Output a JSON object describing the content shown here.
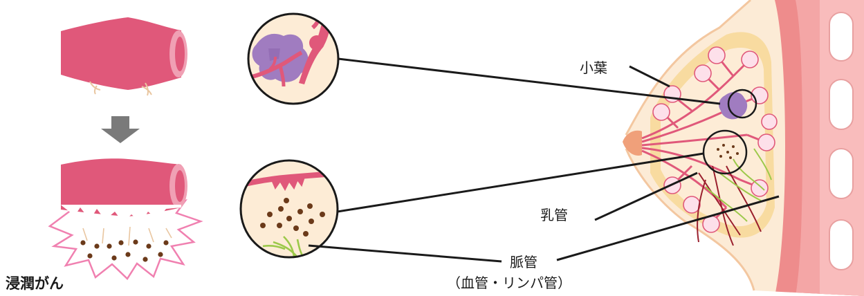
{
  "labels": {
    "lobule": "小葉",
    "milk_duct": "乳管",
    "vessels": "脈管",
    "vessels_detail": "（血管・リンパ管）",
    "invasive_cancer": "浸潤がん"
  },
  "colors": {
    "duct_pink": "#e0587a",
    "duct_inner": "#f0a0b4",
    "tumor_purple": "#a07cc0",
    "fat_yellow": "#f7d58e",
    "tissue_beige": "#fcebd6",
    "chest_red": "#ee8c8c",
    "arrow_gray": "#7a7a7a",
    "cell_brown": "#6b3a1a",
    "lymph_green": "#9cc94a",
    "vessel_red": "#9a1f2d"
  }
}
